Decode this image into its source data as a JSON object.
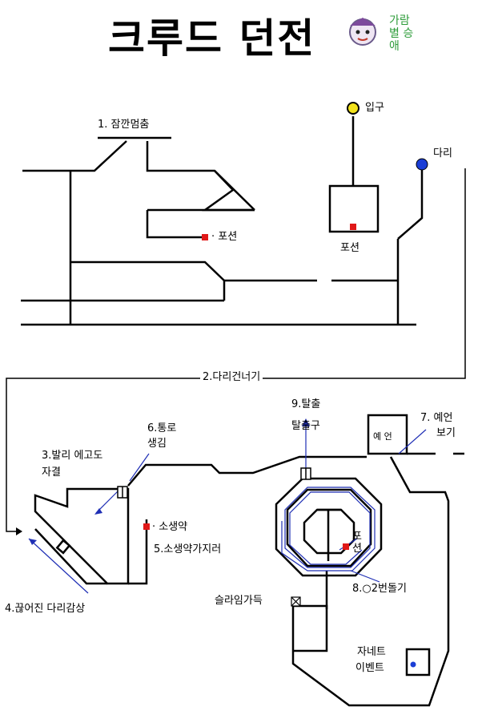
{
  "title": "크루드 던전",
  "watermark": "가람별 승애",
  "labels": {
    "pause": "1. 잠깐멈춤",
    "entrance": "입구",
    "bridge": "다리",
    "potion_left": "· 포션",
    "potion_room": "포션",
    "cross_bridge": "2.다리건너기",
    "escape_top": "9.탈출",
    "escape_sub": "탈출구",
    "balrog_1": "3.발리 에고도",
    "balrog_2": "자결",
    "path_1": "6.통로",
    "path_2": "생김",
    "prophecy_1": "7. 예언",
    "prophecy_2": "보기",
    "prophecy_room": "예 언",
    "revive_potion": "· 소생약",
    "revive_take": "5.소생약가지러",
    "potion_spiral": "포션",
    "spiral_turns": "8.○2번돌기",
    "slime": "슬라임가득",
    "broken_bridge": "4.끊어진 다리감상",
    "janet_1": "자네트",
    "janet_2": "이벤트"
  },
  "colors": {
    "line": "#000000",
    "entrance_marker": "#f2e21c",
    "bridge_marker": "#1b3ed6",
    "potion_marker": "#e01818",
    "guide_line": "#1f2fb5",
    "watermark": "#2e9c3a"
  },
  "icons": [
    "mascot-icon",
    "door-icon",
    "x-box-icon",
    "arrow-icon"
  ]
}
